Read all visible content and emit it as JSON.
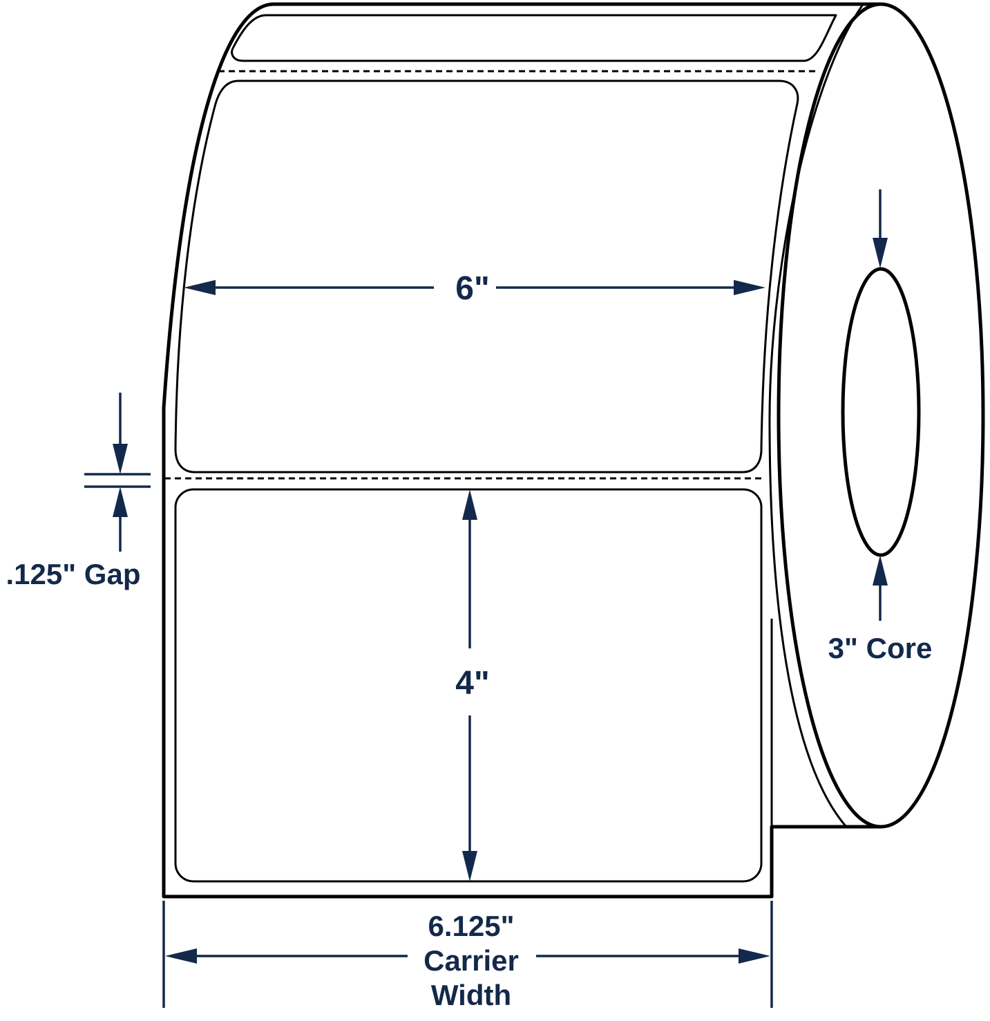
{
  "labels": {
    "label_width": "6\"",
    "label_height": "4\"",
    "gap": ".125\" Gap",
    "core": "3\" Core",
    "carrier_width_line1": "6.125\"",
    "carrier_width_line2": "Carrier",
    "carrier_width_line3": "Width"
  },
  "colors": {
    "outline": "#000000",
    "dimension": "#13294b",
    "background": "#ffffff"
  }
}
